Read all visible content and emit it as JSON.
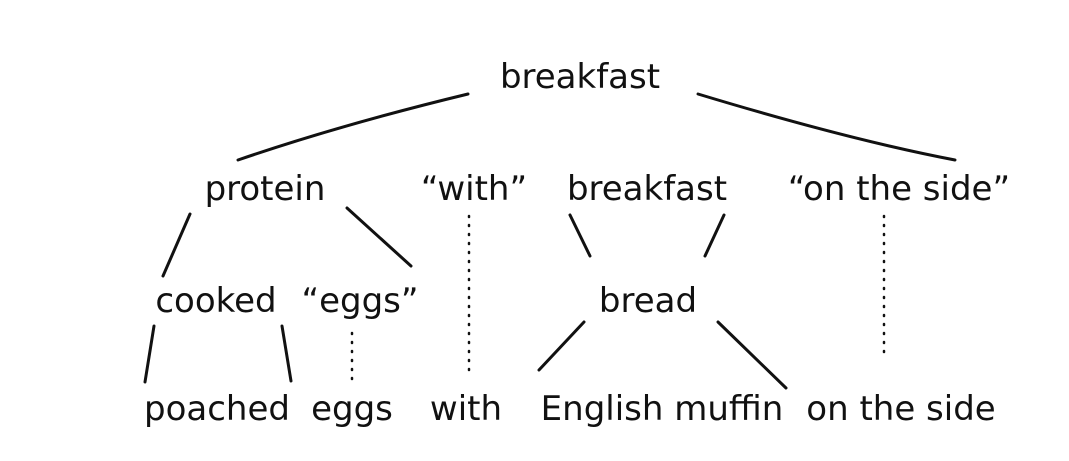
{
  "nodes": {
    "root": "breakfast",
    "protein": "protein",
    "with_quoted": "“with”",
    "breakfast_child": "breakfast",
    "on_the_side_quoted": "“on the side”",
    "cooked": "cooked",
    "eggs_quoted": "“eggs”",
    "bread": "bread",
    "poached": "poached",
    "eggs": "eggs",
    "with": "with",
    "english_muffin": "English muffin",
    "on_the_side": "on the side"
  }
}
